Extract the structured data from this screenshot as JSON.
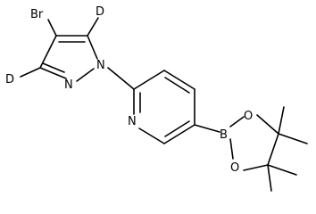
{
  "molecule": {
    "atoms": {
      "br": "Br",
      "d_top": "D",
      "d_left": "D",
      "n_pyrazole_1": "N",
      "n_pyrazole_2": "N",
      "n_pyridine": "N",
      "boron": "B",
      "o_top": "O",
      "o_bottom": "O"
    }
  }
}
